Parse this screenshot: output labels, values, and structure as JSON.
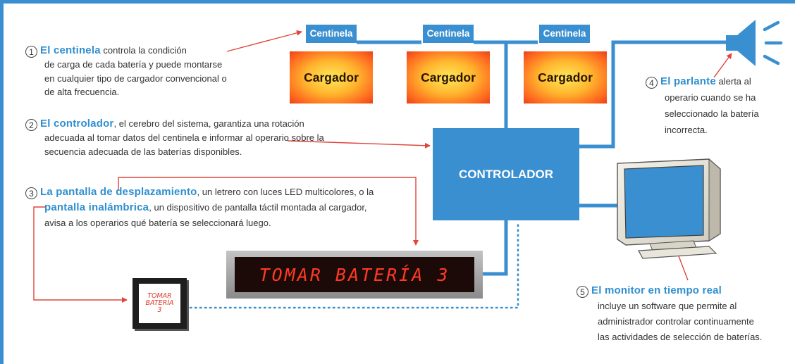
{
  "sentinels": [
    {
      "label": "Centinela",
      "charger": "Cargador"
    },
    {
      "label": "Centinela",
      "charger": "Cargador"
    },
    {
      "label": "Centinela",
      "charger": "Cargador"
    }
  ],
  "controller": {
    "label": "CONTROLADOR"
  },
  "callouts": {
    "c1": {
      "num": "1",
      "title": "El centinela",
      "line1": " controla la condición",
      "line2": "de carga de cada batería y puede montarse",
      "line3": "en cualquier tipo de cargador convencional o",
      "line4": "de alta frecuencia."
    },
    "c2": {
      "num": "2",
      "title": "El controlador",
      "line1": ", el cerebro del sistema, garantiza una rotación",
      "line2": "adecuada al tomar datos del centinela e informar al operario sobre la",
      "line3": "secuencia adecuada de las baterías disponibles."
    },
    "c3": {
      "num": "3",
      "title": "La pantalla de desplazamiento",
      "line1": ", un letrero con luces LED multicolores, o la",
      "title2": "pantalla inalámbrica",
      "line2": ", un dispositivo de pantalla táctil montada al cargador,",
      "line3": "avisa a los operarios qué batería se seleccionará luego."
    },
    "c4": {
      "num": "4",
      "title": "El parlante",
      "line1": " alerta al",
      "line2": "operario cuando se ha",
      "line3": "seleccionado la batería",
      "line4": "incorrecta."
    },
    "c5": {
      "num": "5",
      "title": "El monitor en tiempo real",
      "line1": "incluye un software que permite al",
      "line2": "administrador controlar continuamente",
      "line3": "las actividades de selección de baterías."
    }
  },
  "led_sign": {
    "text": "TOMAR BATERÍA 3"
  },
  "tablet": {
    "line1": "TOMAR",
    "line2": "BATERÍA",
    "line3": "3"
  },
  "colors": {
    "blue": "#3a8fd0",
    "red_arrow": "#e0453a",
    "led": "#ff3a22"
  },
  "icons": {
    "speaker": "speaker-icon",
    "monitor": "monitor-icon",
    "tablet": "tablet-icon"
  }
}
